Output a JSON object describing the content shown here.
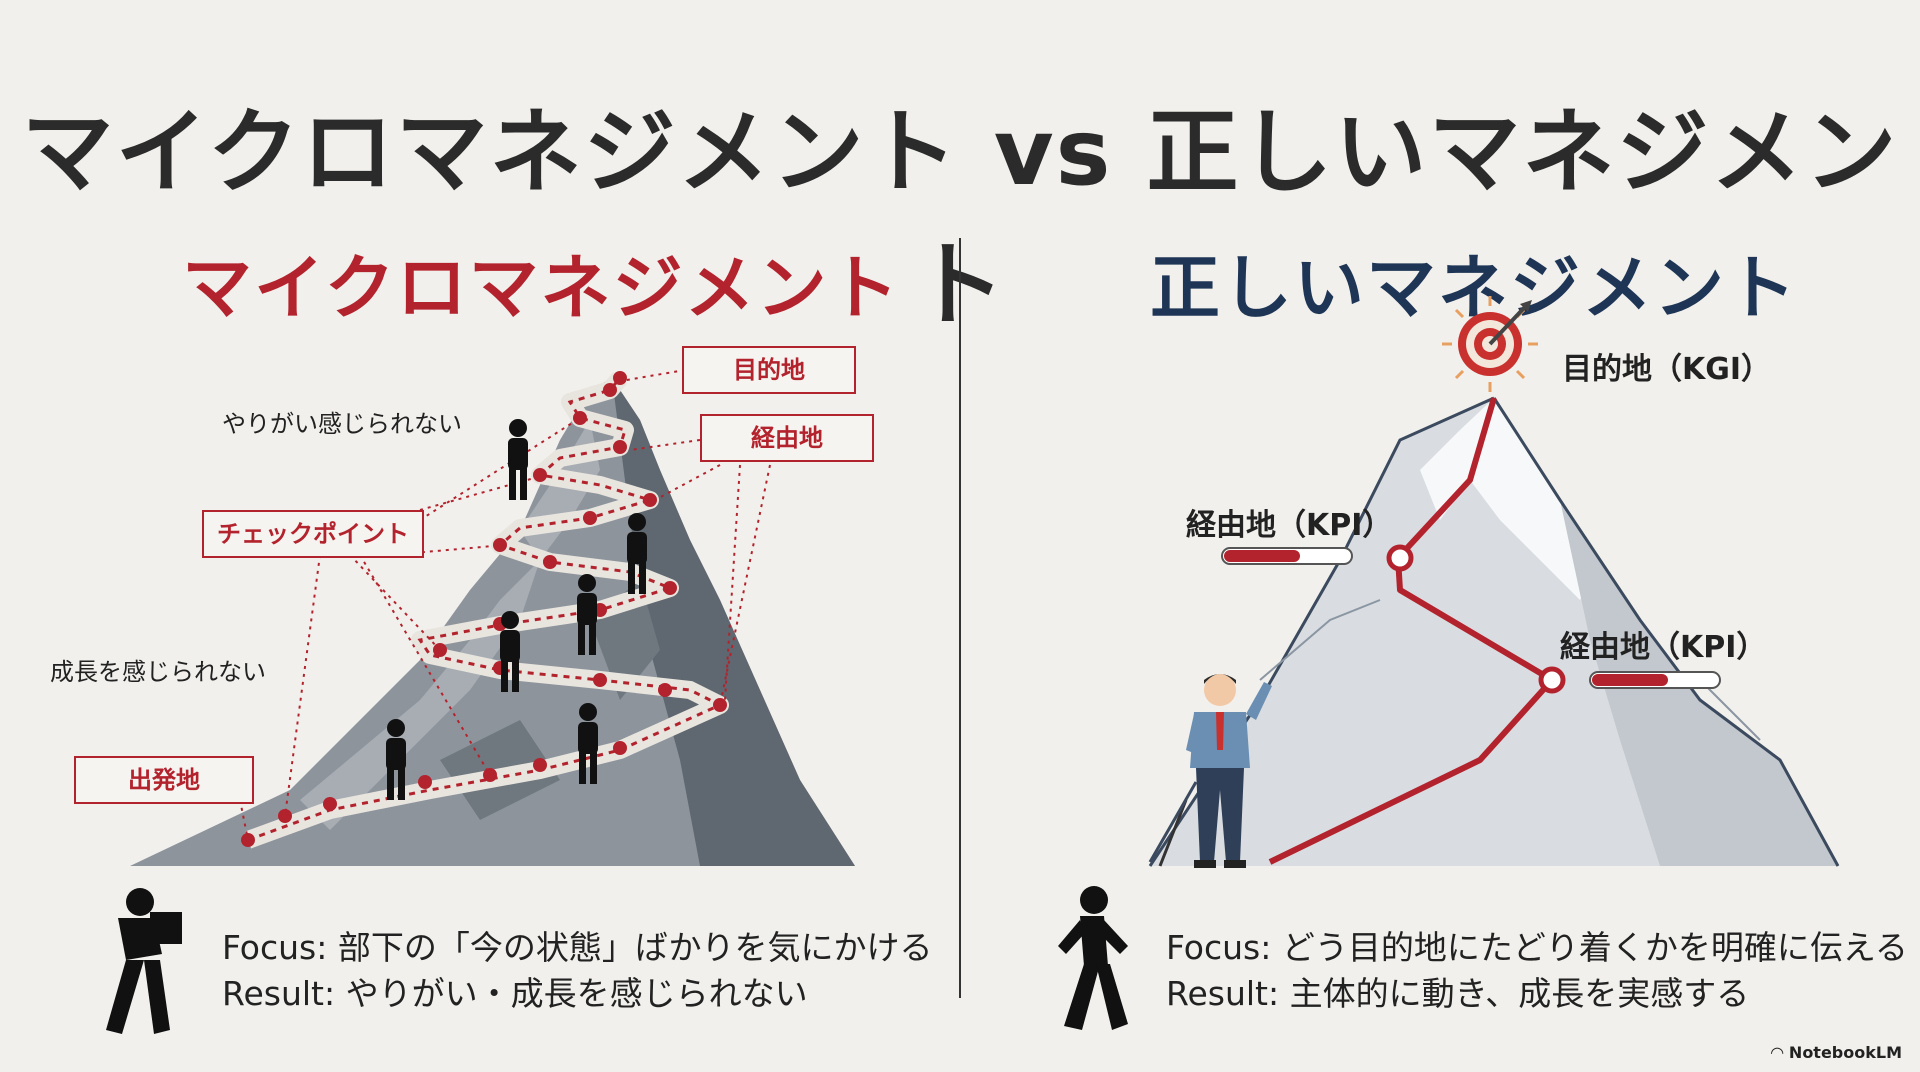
{
  "header": {
    "title": "マイクロマネジメント vs 正しいマネジメント"
  },
  "left": {
    "title": "マイクロマネジメント",
    "labels": {
      "destination": "目的地",
      "waypoint": "経由地",
      "checkpoint": "チェックポイント",
      "start": "出発地",
      "no_fulfillment": "やりがい感じられない",
      "no_growth": "成長を感じられない"
    },
    "bottom": {
      "focus": "Focus: 部下の「今の状態」ばかりを気にかける",
      "result": "Result: やりがい・成長を感じられない"
    }
  },
  "right": {
    "title": "正しいマネジメント",
    "labels": {
      "kgi": "目的地（KGI）",
      "kpi_1": "経由地（KPI）",
      "kpi_2": "経由地（KPI）"
    },
    "kpi_progress": [
      0.6,
      0.6
    ],
    "bottom": {
      "focus": "Focus: どう目的地にたどり着くかを明確に伝える",
      "result": "Result: 主体的に動き、成長を実感する"
    }
  },
  "footer": {
    "credit": "NotebookLM"
  },
  "colors": {
    "accent_red": "#b3232d",
    "accent_navy": "#1e3556",
    "background": "#f1f0ec"
  }
}
